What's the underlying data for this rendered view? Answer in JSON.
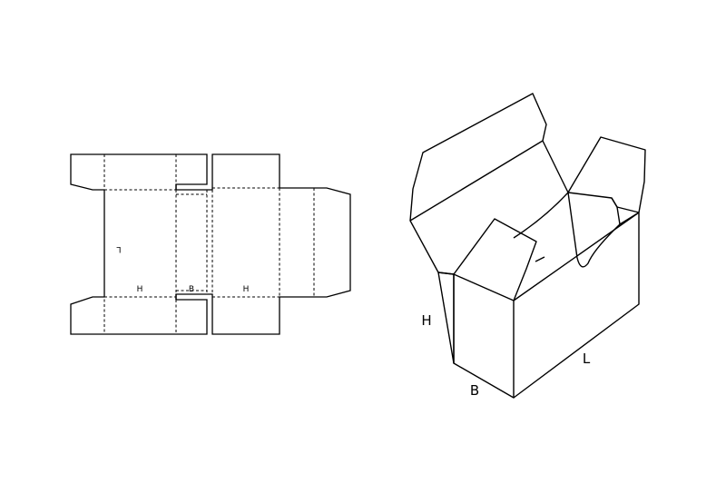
{
  "net_labels": {
    "length": "L",
    "height_1": "H",
    "breadth": "B",
    "height_2": "H"
  },
  "box_labels": {
    "height": "H",
    "breadth": "B",
    "length": "L"
  },
  "colors": {
    "stroke": "#000000",
    "background": "#ffffff"
  }
}
